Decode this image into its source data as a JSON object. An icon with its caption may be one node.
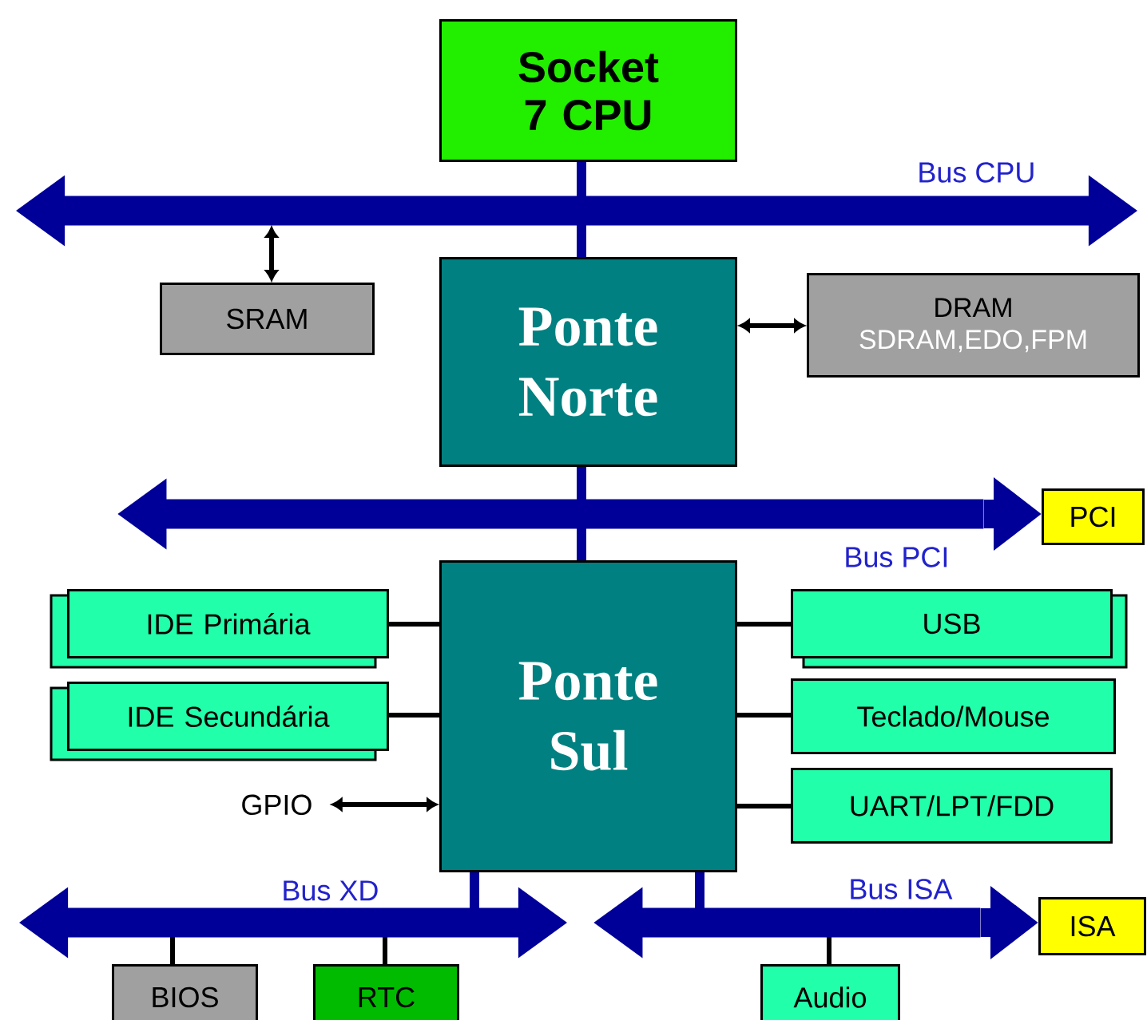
{
  "diagram": {
    "nodes": [
      {
        "text": [
          "Socket 7 CPU"
        ]
      },
      {
        "text": [
          "Bus CPU"
        ]
      },
      {
        "text": [
          "SRAM"
        ]
      },
      {
        "text": [
          "Ponte Norte"
        ]
      },
      {
        "text": [
          "DRAM",
          "SDRAM,EDO,FPM"
        ]
      },
      {
        "text": [
          "Bus PCI"
        ]
      },
      {
        "text": [
          "PCI"
        ]
      },
      {
        "text": [
          "Ponte Sul"
        ]
      },
      {
        "text": [
          "IDE Primária"
        ]
      },
      {
        "text": [
          "IDE Secundária"
        ]
      },
      {
        "text": [
          "GPIO"
        ]
      },
      {
        "text": [
          "USB"
        ]
      },
      {
        "text": [
          "Teclado/Mouse"
        ]
      },
      {
        "text": [
          "UART/LPT/FDD"
        ]
      },
      {
        "text": [
          "Bus XD"
        ]
      },
      {
        "text": [
          "Bus ISA"
        ]
      },
      {
        "text": [
          "ISA"
        ]
      },
      {
        "text": [
          "BIOS"
        ]
      },
      {
        "text": [
          "RTC"
        ]
      },
      {
        "text": [
          "Audio"
        ]
      }
    ],
    "edges": [
      {
        "from": 0,
        "to": 1,
        "arrow": "none",
        "style": "thick",
        "color": "#000099"
      },
      {
        "from": 1,
        "to": 3,
        "arrow": "none",
        "style": "thick",
        "color": "#000099"
      },
      {
        "from": 2,
        "to": 1,
        "arrow": "both"
      },
      {
        "from": 3,
        "to": 4,
        "arrow": "both"
      },
      {
        "from": 3,
        "to": 5,
        "arrow": "none",
        "style": "thick",
        "color": "#000099"
      },
      {
        "from": 5,
        "to": 6,
        "arrow": "to",
        "style": "thick",
        "color": "#000099"
      },
      {
        "from": 5,
        "to": 7,
        "arrow": "none",
        "style": "thick",
        "color": "#000099"
      },
      {
        "from": 7,
        "to": 8,
        "arrow": "none"
      },
      {
        "from": 7,
        "to": 9,
        "arrow": "none"
      },
      {
        "from": 10,
        "to": 7,
        "arrow": "both"
      },
      {
        "from": 7,
        "to": 11,
        "arrow": "none"
      },
      {
        "from": 7,
        "to": 12,
        "arrow": "none"
      },
      {
        "from": 7,
        "to": 13,
        "arrow": "none"
      },
      {
        "from": 7,
        "to": 14,
        "arrow": "none",
        "style": "thick",
        "color": "#000099"
      },
      {
        "from": 7,
        "to": 15,
        "arrow": "none",
        "style": "thick",
        "color": "#000099"
      },
      {
        "from": 15,
        "to": 16,
        "arrow": "to",
        "style": "thick",
        "color": "#000099"
      },
      {
        "from": 14,
        "to": 17,
        "arrow": "none"
      },
      {
        "from": 14,
        "to": 18,
        "arrow": "none"
      },
      {
        "from": 15,
        "to": 19,
        "arrow": "none"
      }
    ]
  }
}
